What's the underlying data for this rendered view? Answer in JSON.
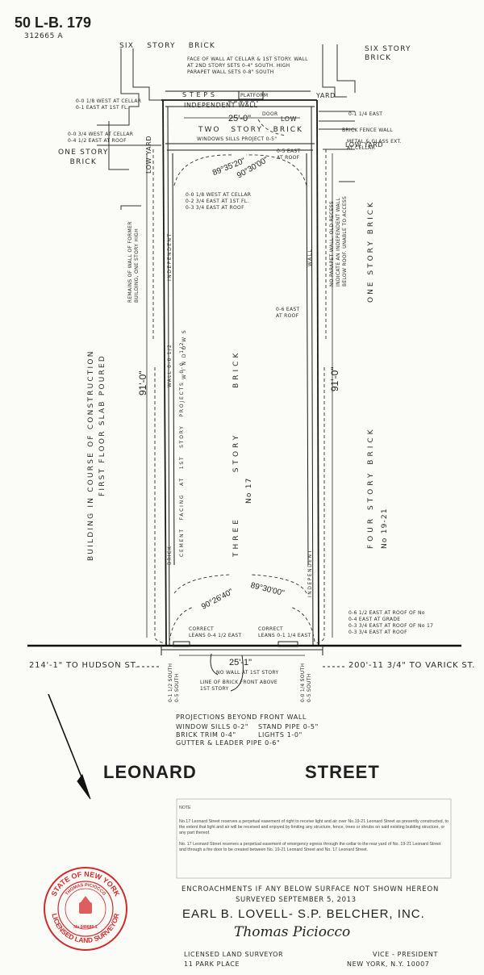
{
  "header": {
    "lot_block": "50 L-B. 179",
    "ref_no": "312665 A"
  },
  "surroundings": {
    "six_story_brick_left": "SIX   STORY   BRICK",
    "six_story_brick_right": "SIX STORY\nBRICK",
    "one_story_brick_left": "ONE STORY\nBRICK",
    "one_story_brick_right": "ONE   STORY   BRICK",
    "four_story_brick": "FOUR  STORY  BRICK",
    "four_story_no": "No 19-21",
    "construction": "BUILDING   IN   COURSE   OF   CONSTRUCTION",
    "first_floor_slab": "FIRST   FLOOR   SLAB   POURED",
    "low_yard_left": "LOW   YARD",
    "low_yard_right": "LOW YARD",
    "yard_top_right": "YARD"
  },
  "rear": {
    "wall_note": "FACE OF WALL AT CELLAR & 1ST STORY. WALL\nAT 2ND STORY SETS 0-4\" SOUTH. HIGH\nPARAPET WALL SETS 0-8\" SOUTH",
    "steps": "S T E P S",
    "platform": "PLATFORM",
    "independent_wall": "INDEPENDENT          WALL",
    "door": "DOOR",
    "two_story_brick": "TWO   STORY   BRICK",
    "low": "LOW",
    "windows_sills": "WINDOWS SILLS  PROJECT 0-5\"",
    "width": "25'-0\"",
    "angle_left": "89°35'20\"",
    "angle_right": "90°30'00\"",
    "east_at_roof": "0-5 EAST\nAT ROOF",
    "rear_left_note": "0-0 1/8 WEST AT CELLAR\n0-1 EAST AT 1ST FL.",
    "rear_left_note2": "0-0 3/4 WEST AT CELLAR\n0-4 1/2 EAST AT ROOF",
    "rear_right_note": "0-1 1/4 EAST",
    "brick_fence": "BRICK FENCE WALL",
    "metal_glass": "METAL & GLASS EXT.\nAT CELLAR",
    "mid_left_note": "0-0 1/8 WEST AT CELLAR\n0-2 3/4 EAST AT 1ST FL.\n0-3 3/4 EAST AT ROOF"
  },
  "lot": {
    "three_story_brick": "THREE    STORY    BRICK",
    "number": "No 17",
    "left_depth": "91'-0\"",
    "right_depth": "91'-0\"",
    "independent_left": "INDEPENDENT",
    "windows": "W I N D O W S",
    "wall_left": "WALL  0-0 1/2",
    "cement_facing": "CEMENT   FACING   AT   1ST   STORY   PROJECTS   0-0 1/2",
    "brick_left": "BRICK",
    "independent_right": "INDEPENDENT",
    "wall_right": "WALL",
    "remains_note": "REMAINS OF WALL OF FORMER\nBUILDING, ONE STORY HIGH",
    "parapet_note": "NO PARAPET WALL. OLD RECESS\nINDICATE AN INDEPENDENT WALL\nBELOW ROOF. UNABLE TO ACCESS",
    "east_roof_mid": "0-6 EAST\nAT ROOF",
    "angle_front_left": "90°26'40\"",
    "angle_front_right": "89°30'00\"",
    "correct_left": "CORRECT\nLEANS 0-4 1/2 EAST",
    "correct_right": "CORRECT\nLEANS 0-1 1/4 EAST"
  },
  "front": {
    "width": "25'-1\"",
    "to_hudson": "214'-1\" TO HUDSON ST.",
    "to_varick": "200'-11 3/4\" TO VARICK ST.",
    "no_wall": "NO WALL AT 1ST STORY",
    "brick_front": "LINE OF BRICK FRONT ABOVE\n1ST STORY",
    "right_notes": "0-6 1/2 EAST AT ROOF OF No\n0-4 EAST AT GRADE\n0-3 3/4 EAST AT ROOF OF No 17\n0-3 3/4 EAST AT ROOF",
    "south_left": "0-1 1/2 SOUTH\n0-5 SOUTH",
    "south_right": "0-0 1/4 SOUTH\n0-5 SOUTH"
  },
  "projections": {
    "title": "PROJECTIONS  BEYOND  FRONT  WALL",
    "rows_left": [
      "WINDOW SILLS  0-2\"",
      "BRICK TRIM    0-4\"",
      "GUTTER & LEADER PIPE  0-6\""
    ],
    "rows_right": [
      "STAND PIPE  0-5\"",
      "LIGHTS      1-0\""
    ]
  },
  "street": {
    "leonard": "LEONARD",
    "street": "STREET"
  },
  "note": {
    "heading": "NOTE",
    "p1": "No.17 Leonard Street reserves a perpetual easement of right to receive light and air over No.19-21 Leonard Street as presently constructed, to the extent that light and air will be received and enjoyed by limiting any structure, fence, trees or shrubs on said existing building structure, or any part thereof.",
    "p2": "No. 17 Leonard Street reserves a perpetual easement of emergency egress through the cellar to the rear yard of No. 19-21 Leonard Street and through a fire door to be created between No. 19-21 Leonard Street and No. 17 Leonard Street."
  },
  "footer": {
    "encroachments": "ENCROACHMENTS IF ANY BELOW SURFACE NOT SHOWN HEREON",
    "surveyed": "SURVEYED SEPTEMBER 5, 2013",
    "company": "EARL B. LOVELL- S.P. BELCHER, INC.",
    "signature": "Thomas Piciocco",
    "licensed": "LICENSED LAND SURVEYOR",
    "address1": "11 PARK PLACE",
    "vp": "VICE - PRESIDENT",
    "city": "NEW YORK, N.Y. 10007"
  },
  "seal": {
    "state": "STATE OF NEW YORK",
    "name": "THOMAS PICIOCCO",
    "license_no": "No 049688-1",
    "title": "LICENSED LAND SURVEYOR",
    "color": "#d22b2b"
  }
}
